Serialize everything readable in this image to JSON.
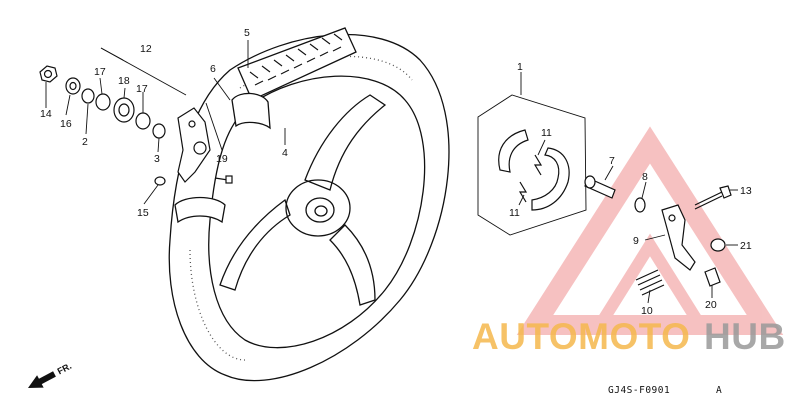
{
  "diagram": {
    "callouts": [
      "1",
      "2",
      "3",
      "4",
      "5",
      "6",
      "7",
      "8",
      "9",
      "10",
      "11",
      "11",
      "12",
      "13",
      "14",
      "15",
      "16",
      "17",
      "17",
      "18",
      "19",
      "20",
      "21"
    ],
    "direction_label": "FR.",
    "reference_code": "GJ4S-F0901",
    "reference_suffix": "A"
  },
  "watermark": {
    "part1": "AUTOMOTO",
    "part2": "HUB",
    "color_orange": "#f5b84d",
    "color_red": "#e85a5a",
    "color_grey": "#9a9a9a"
  }
}
